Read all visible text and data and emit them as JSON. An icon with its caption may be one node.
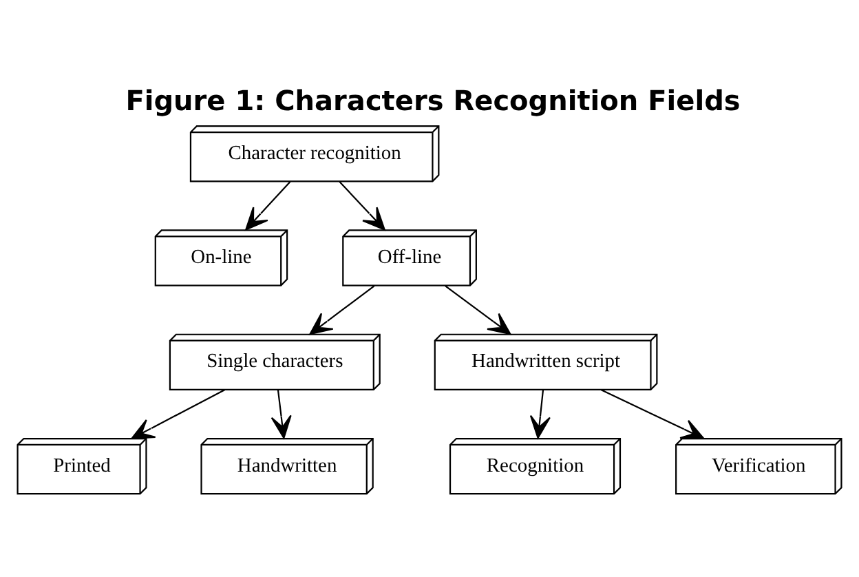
{
  "diagram": {
    "title": "Figure 1: Characters Recognition Fields",
    "nodes": [
      {
        "text": [
          "Character recognition"
        ]
      },
      {
        "text": [
          "On-line"
        ]
      },
      {
        "text": [
          "Off-line"
        ]
      },
      {
        "text": [
          "Single characters"
        ]
      },
      {
        "text": [
          "Handwritten script"
        ]
      },
      {
        "text": [
          "Printed"
        ]
      },
      {
        "text": [
          "Handwritten"
        ]
      },
      {
        "text": [
          "Recognition"
        ]
      },
      {
        "text": [
          "Verification"
        ]
      }
    ],
    "edges": [
      {
        "from": 0,
        "to": 1,
        "arrow": "to"
      },
      {
        "from": 0,
        "to": 2,
        "arrow": "to"
      },
      {
        "from": 2,
        "to": 3,
        "arrow": "to"
      },
      {
        "from": 2,
        "to": 4,
        "arrow": "to"
      },
      {
        "from": 3,
        "to": 5,
        "arrow": "to"
      },
      {
        "from": 3,
        "to": 6,
        "arrow": "to"
      },
      {
        "from": 4,
        "to": 7,
        "arrow": "to"
      },
      {
        "from": 4,
        "to": 8,
        "arrow": "to"
      }
    ]
  }
}
